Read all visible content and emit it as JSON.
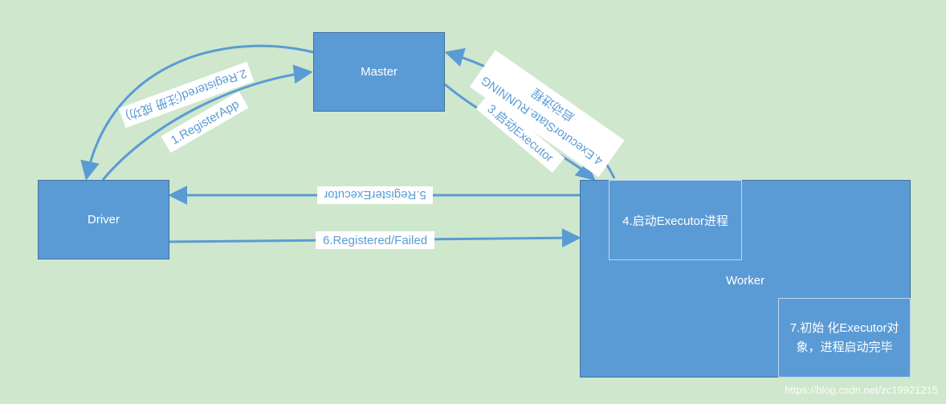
{
  "nodes": {
    "master": "Master",
    "driver": "Driver",
    "worker": "Worker",
    "executor_process": "4.启动Executor进程",
    "init_executor": "7.初始 化Executor对象，进程启动完毕"
  },
  "edges": {
    "register_app": "1.RegisterApp",
    "registered": "2.Registered(注册 成功)",
    "launch_executor": "3.启动Executor",
    "executor_state_line1": "4.ExecutorState.RUNNING",
    "executor_state_line2": "启动进程",
    "register_executor": "5.RegisterExecutor",
    "registered_failed": "6.Registered/Failed"
  },
  "watermark": "https://blog.csdn.net/zc19921215",
  "colors": {
    "background": "#cfe7cc",
    "box": "#5b9bd5",
    "arrow": "#5b9bd5"
  }
}
